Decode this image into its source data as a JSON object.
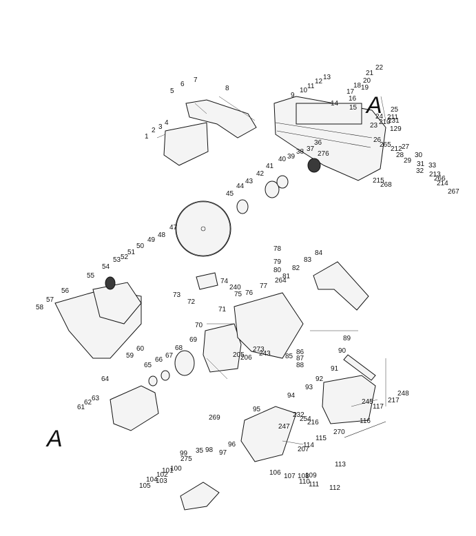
{
  "callout_marker": "A",
  "part_numbers": [
    "1",
    "2",
    "3",
    "4",
    "5",
    "6",
    "7",
    "8",
    "9",
    "10",
    "11",
    "12",
    "13",
    "14",
    "15",
    "16",
    "17",
    "18",
    "19",
    "20",
    "21",
    "22",
    "23",
    "24",
    "25",
    "26",
    "27",
    "28",
    "29",
    "30",
    "31",
    "32",
    "33",
    "35",
    "36",
    "37",
    "38",
    "39",
    "40",
    "41",
    "42",
    "43",
    "44",
    "45",
    "47",
    "48",
    "49",
    "50",
    "51",
    "52",
    "53",
    "54",
    "55",
    "56",
    "57",
    "58",
    "59",
    "60",
    "61",
    "62",
    "63",
    "64",
    "65",
    "66",
    "67",
    "68",
    "69",
    "70",
    "71",
    "72",
    "73",
    "74",
    "75",
    "76",
    "77",
    "78",
    "79",
    "80",
    "81",
    "82",
    "83",
    "84",
    "85",
    "86",
    "87",
    "88",
    "89",
    "90",
    "91",
    "92",
    "93",
    "94",
    "95",
    "96",
    "97",
    "98",
    "99",
    "100",
    "101",
    "102",
    "103",
    "104",
    "105",
    "106",
    "107",
    "108",
    "109",
    "110",
    "111",
    "112",
    "113",
    "114",
    "115",
    "116",
    "117",
    "129",
    "205",
    "206",
    "207",
    "210",
    "211",
    "212",
    "213",
    "214",
    "215",
    "216",
    "217",
    "231",
    "232",
    "240",
    "243",
    "245",
    "247",
    "248",
    "254",
    "264",
    "265",
    "266",
    "267",
    "268",
    "269",
    "270",
    "273",
    "275",
    "276"
  ]
}
